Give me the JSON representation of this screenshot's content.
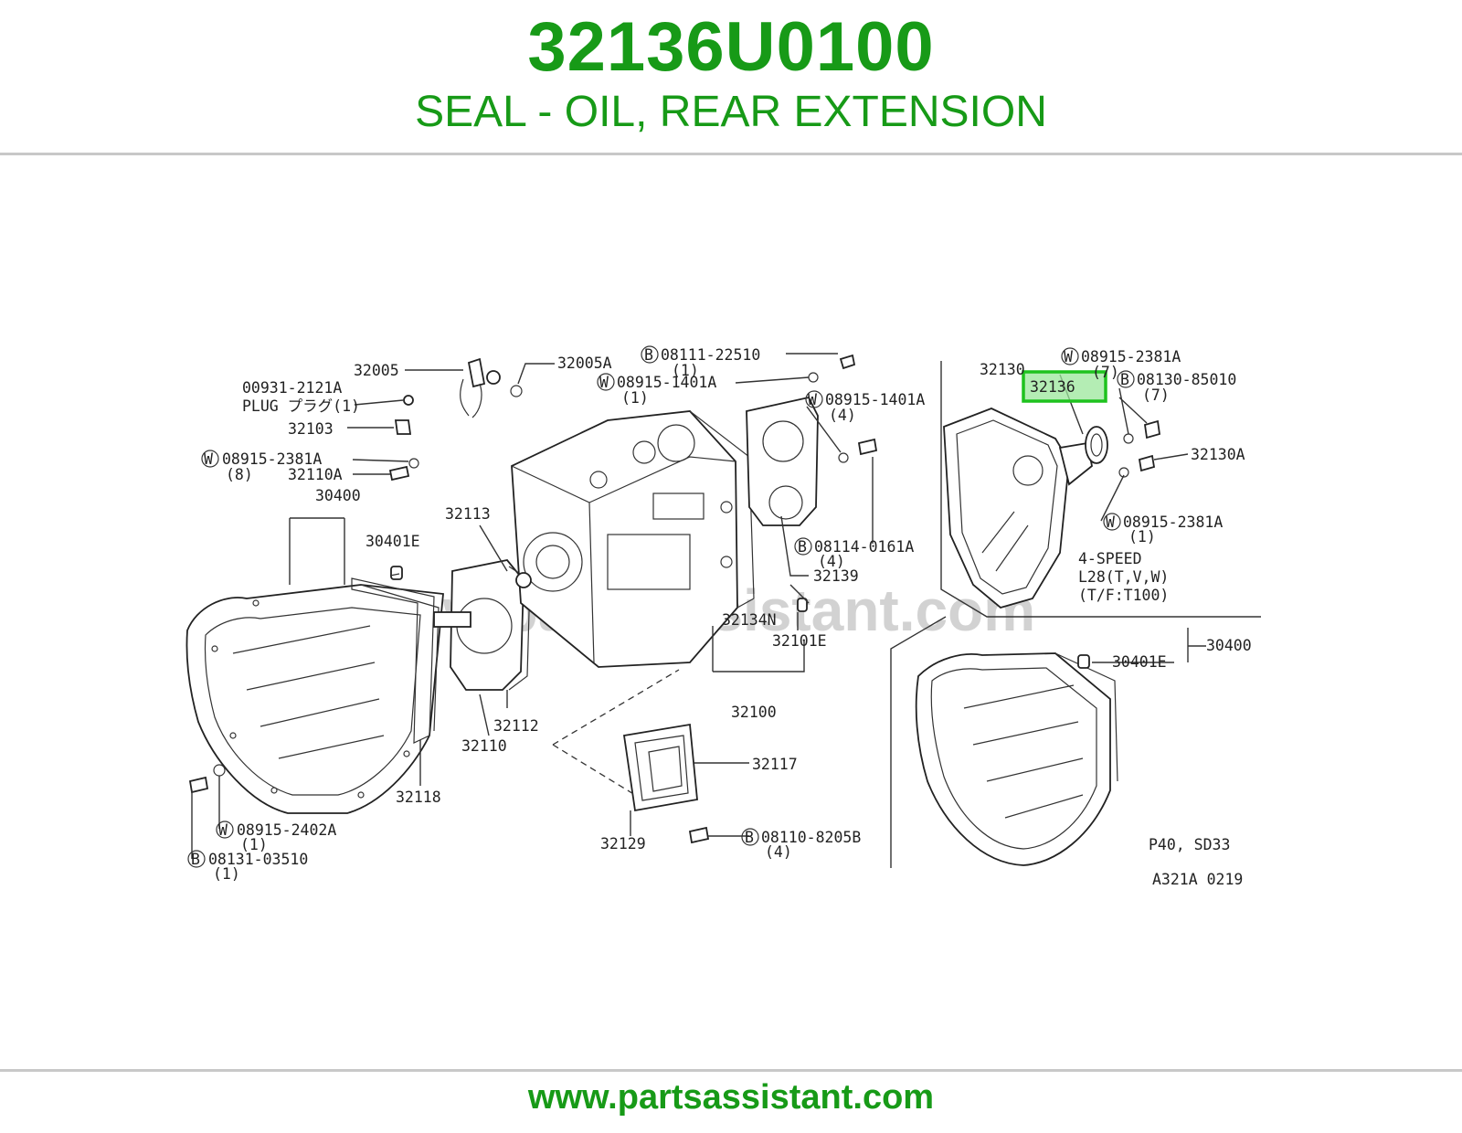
{
  "header": {
    "part_number": "32136U0100",
    "description": "SEAL - OIL, REAR EXTENSION"
  },
  "footer": {
    "url": "www.partsassistant.com"
  },
  "colors": {
    "brand_green": "#179a17",
    "highlight_fill": "#9be79b",
    "highlight_border": "#1ec21e"
  },
  "diagram": {
    "watermark": "www.partsassistant.com",
    "highlighted_part": "32136",
    "labels": {
      "l32005": "32005",
      "l32005A": "32005A",
      "l00931": "00931-2121A",
      "plug": "PLUG プラグ(1)",
      "l32103": "32103",
      "b08111": "08111-22510",
      "b08111_q": "(1)",
      "w08915_1401A_a": "08915-1401A",
      "w08915_1401A_a_q": "(1)",
      "w08915_1401A_b": "08915-1401A",
      "w08915_1401A_b_q": "(4)",
      "w08915_2381A_l": "08915-2381A",
      "w08915_2381A_l_q": "(8)",
      "l32110A": "32110A",
      "l30400_l": "30400",
      "l30401E_l": "30401E",
      "l32113": "32113",
      "b08114": "08114-0161A",
      "b08114_q": "(4)",
      "l32139": "32139",
      "l32134N": "32134N",
      "l32101E": "32101E",
      "l32100": "32100",
      "l32112": "32112",
      "l32110": "32110",
      "l32118": "32118",
      "l32117": "32117",
      "l32129": "32129",
      "b08110": "08110-8205B",
      "b08110_q": "(4)",
      "w08915_2402A": "08915-2402A",
      "w08915_2402A_q": "(1)",
      "b08131": "08131-03510",
      "b08131_q": "(1)",
      "l32130": "32130",
      "l32136": "32136",
      "w08915_2381A_r1": "08915-2381A",
      "w08915_2381A_r1_q": "(7)",
      "b08130": "08130-85010",
      "b08130_q": "(7)",
      "l32130A": "32130A",
      "w08915_2381A_r2": "08915-2381A",
      "w08915_2381A_r2_q": "(1)",
      "speed": "4-SPEED",
      "model": "L28(T,V,W)",
      "tf": "(T/F:T100)",
      "l30400_r": "30400",
      "l30401E_r": "30401E",
      "variant": "P40, SD33",
      "code": "A321A 0219",
      "w_mark": "W",
      "b_mark": "B"
    }
  }
}
